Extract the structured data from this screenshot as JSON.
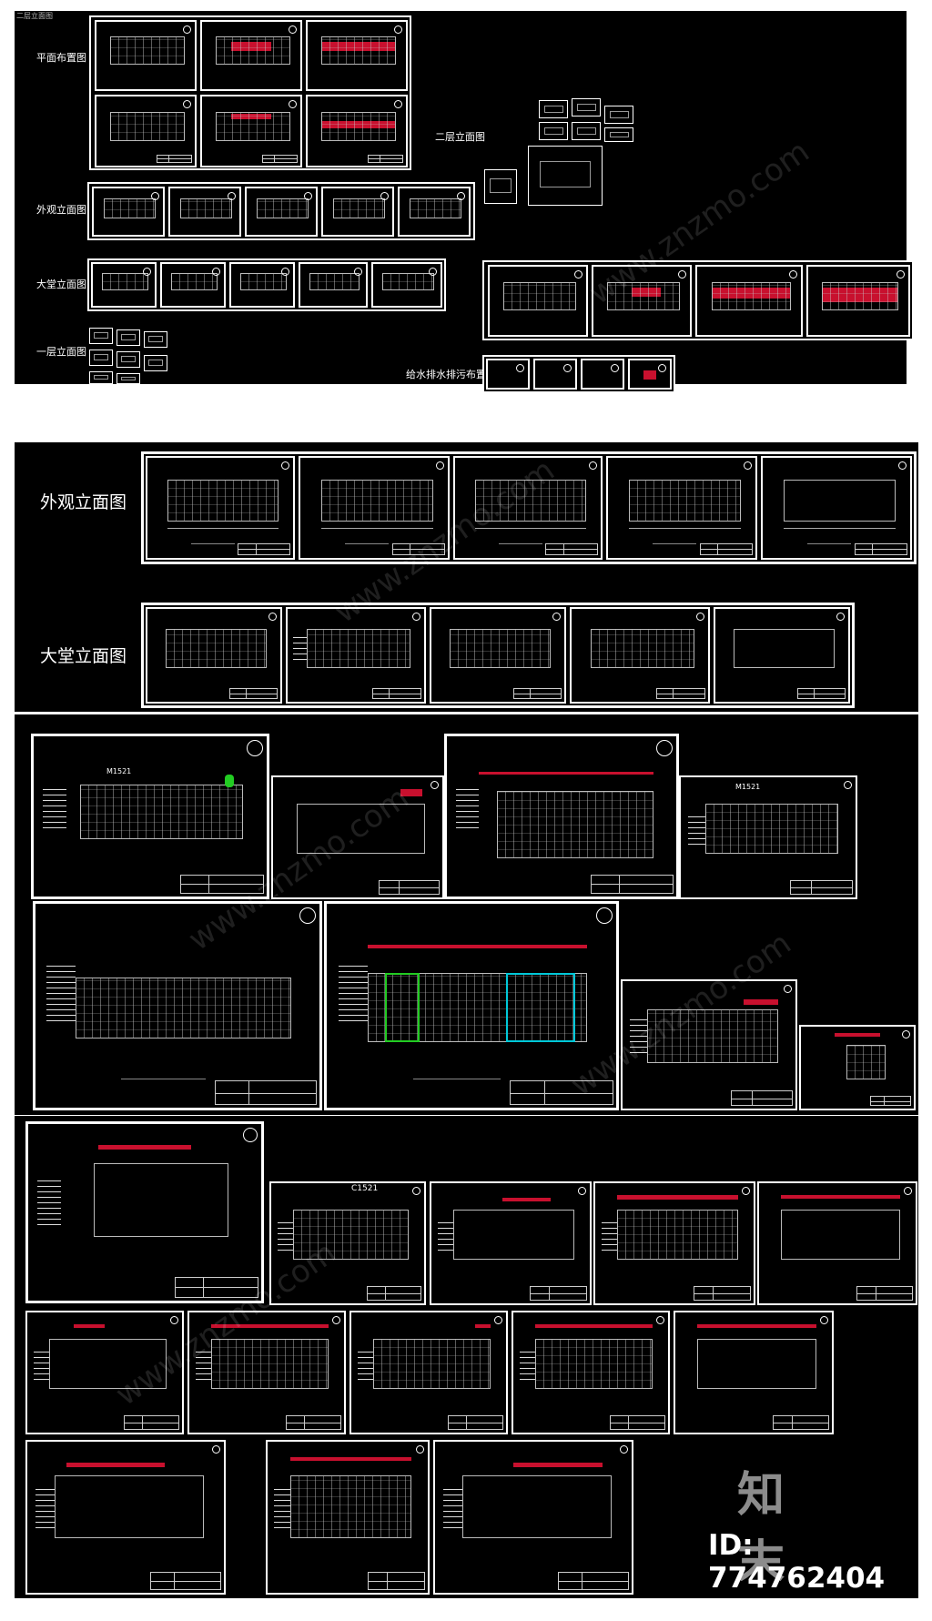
{
  "header_small": "二层立面图",
  "section1": {
    "labels": {
      "plan": "平面布置图",
      "second_floor": "二层立面图",
      "exterior": "外观立面图",
      "lobby": "大堂立面图",
      "first_floor": "一层立面图",
      "plumbing": "给水排水排污布置图"
    }
  },
  "section2": {
    "exterior": "外观立面图",
    "lobby": "大堂立面图"
  },
  "door_tags": {
    "m1521_a": "M1521",
    "m1521_b": "M1521",
    "c1521": "C1521"
  },
  "watermark": "www.znzmo.com",
  "logo_text": "知末",
  "id_text": "ID: 774762404",
  "colors": {
    "background": "#000000",
    "line": "#ffffff",
    "accent_red": "#c8102e",
    "accent_cyan": "#00c8d8",
    "accent_green": "#22cc22"
  }
}
